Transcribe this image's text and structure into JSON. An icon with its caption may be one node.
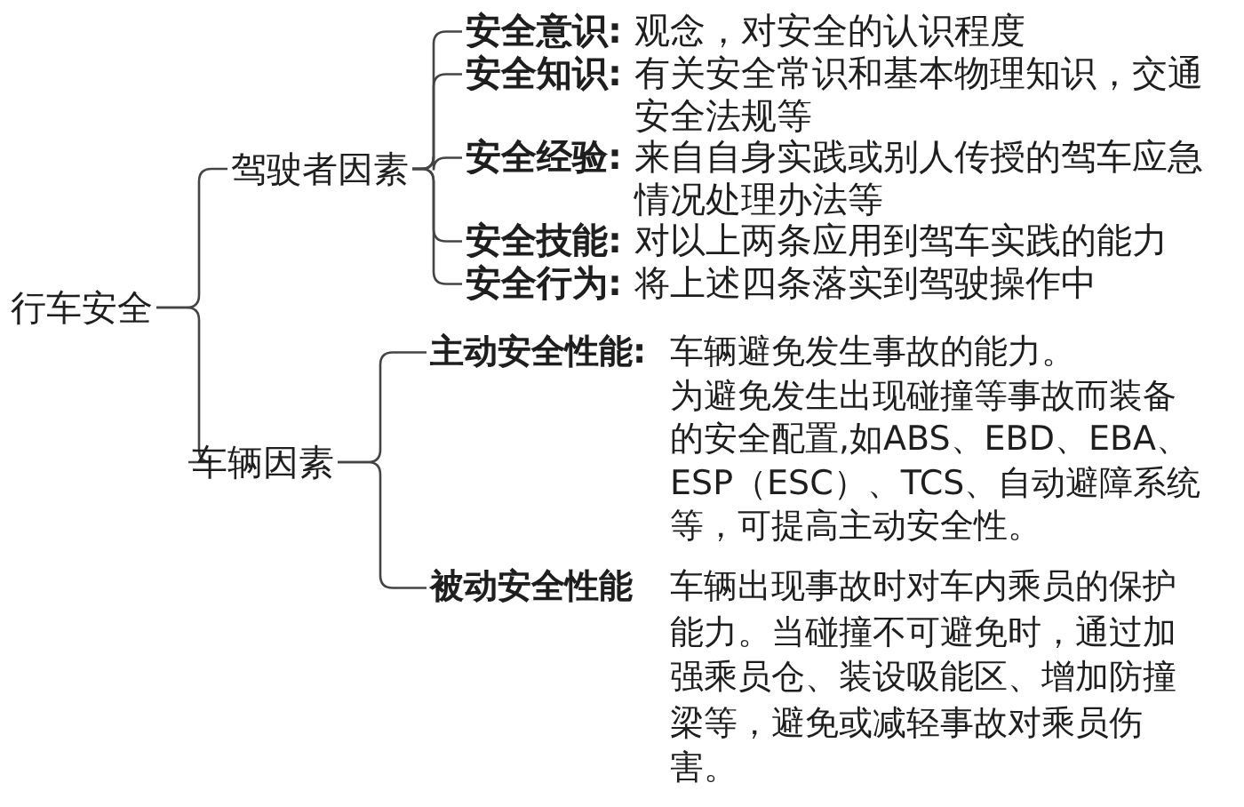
{
  "diagram": {
    "nodes": [
      {
        "text": [
          "行车安全"
        ]
      },
      {
        "text": [
          "驾驶者因素"
        ]
      },
      {
        "text": [
          "安全意识:",
          "观念，对安全的认识程度"
        ]
      },
      {
        "text": [
          "安全知识:",
          "有关安全常识和基本物理知识，交通安全法规等"
        ]
      },
      {
        "text": [
          "安全经验:",
          "来自自身实践或别人传授的驾车应急情况处理办法等"
        ]
      },
      {
        "text": [
          "安全技能:",
          "对以上两条应用到驾车实践的能力"
        ]
      },
      {
        "text": [
          "安全行为:",
          "将上述四条落实到驾驶操作中"
        ]
      },
      {
        "text": [
          "车辆因素"
        ]
      },
      {
        "text": [
          "主动安全性能:",
          "车辆避免发生事故的能力。",
          "为避免发生出现碰撞等事故而装备的安全配置,如ABS、EBD、EBA、ESP（ESC）、TCS、自动避障系统等，可提高主动安全性。"
        ]
      },
      {
        "text": [
          "被动安全性能",
          "车辆出现事故时对车内乘员的保护能力。当碰撞不可避免时，通过加强乘员仓、装设吸能区、增加防撞梁等，避免或减轻事故对乘员伤害。"
        ]
      }
    ],
    "edges": [
      {
        "from": 0,
        "to": 1,
        "arrow": "none"
      },
      {
        "from": 0,
        "to": 7,
        "arrow": "none"
      },
      {
        "from": 1,
        "to": 2,
        "arrow": "none"
      },
      {
        "from": 1,
        "to": 3,
        "arrow": "none"
      },
      {
        "from": 1,
        "to": 4,
        "arrow": "none"
      },
      {
        "from": 1,
        "to": 5,
        "arrow": "none"
      },
      {
        "from": 1,
        "to": 6,
        "arrow": "none"
      },
      {
        "from": 7,
        "to": 8,
        "arrow": "none"
      },
      {
        "from": 7,
        "to": 9,
        "arrow": "none"
      }
    ]
  }
}
